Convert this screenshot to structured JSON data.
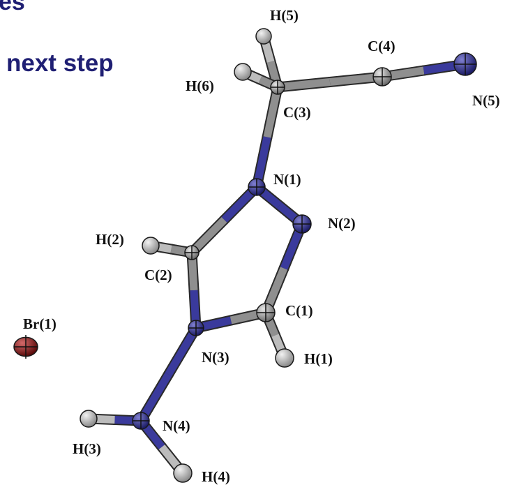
{
  "slide": {
    "title_fragment": "es",
    "subtitle": "next step"
  },
  "colors": {
    "carbon": "#8f8f8f",
    "nitrogen": "#3a3a9c",
    "hydrogen": "#bcbcbc",
    "bromine": "#8b1a1a",
    "text": "#1f1f73"
  },
  "atoms": [
    {
      "id": "H5",
      "label": "H(5)",
      "element": "H"
    },
    {
      "id": "H6",
      "label": "H(6)",
      "element": "H"
    },
    {
      "id": "C3",
      "label": "C(3)",
      "element": "C"
    },
    {
      "id": "C4",
      "label": "C(4)",
      "element": "C"
    },
    {
      "id": "N5",
      "label": "N(5)",
      "element": "N"
    },
    {
      "id": "N1",
      "label": "N(1)",
      "element": "N"
    },
    {
      "id": "N2",
      "label": "N(2)",
      "element": "N"
    },
    {
      "id": "H2",
      "label": "H(2)",
      "element": "H"
    },
    {
      "id": "C2",
      "label": "C(2)",
      "element": "C"
    },
    {
      "id": "C1",
      "label": "C(1)",
      "element": "C"
    },
    {
      "id": "Br1",
      "label": "Br(1)",
      "element": "Br"
    },
    {
      "id": "N3",
      "label": "N(3)",
      "element": "N"
    },
    {
      "id": "H1",
      "label": "H(1)",
      "element": "H"
    },
    {
      "id": "N4",
      "label": "N(4)",
      "element": "N"
    },
    {
      "id": "H3",
      "label": "H(3)",
      "element": "H"
    },
    {
      "id": "H4",
      "label": "H(4)",
      "element": "H"
    }
  ],
  "bonds": [
    [
      "C3",
      "H5"
    ],
    [
      "C3",
      "H6"
    ],
    [
      "C3",
      "C4"
    ],
    [
      "C4",
      "N5"
    ],
    [
      "C3",
      "N1"
    ],
    [
      "N1",
      "N2"
    ],
    [
      "N1",
      "C2"
    ],
    [
      "N2",
      "C1"
    ],
    [
      "C1",
      "N3"
    ],
    [
      "C2",
      "N3"
    ],
    [
      "C2",
      "H2"
    ],
    [
      "C1",
      "H1"
    ],
    [
      "N3",
      "N4"
    ],
    [
      "N4",
      "H3"
    ],
    [
      "N4",
      "H4"
    ]
  ]
}
